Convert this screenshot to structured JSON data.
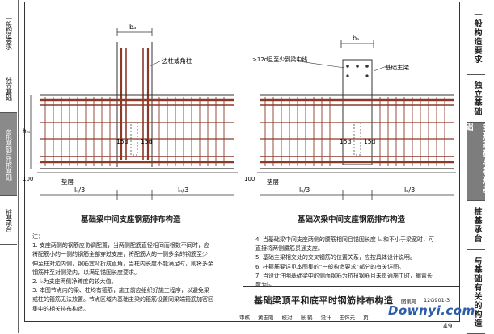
{
  "left_tabs": [
    {
      "label": "一般构造要求",
      "dark": false
    },
    {
      "label": "独立基础",
      "dark": false
    },
    {
      "label": "条形基础与筏形基础",
      "dark": true
    },
    {
      "label": "桩基承台",
      "dark": false
    }
  ],
  "right_tabs": [
    {
      "label": "一般构造要求",
      "dark": false
    },
    {
      "label": "独立基础",
      "dark": false
    },
    {
      "label": "条形基础与筏形基础",
      "dark": true
    },
    {
      "label": "桩基承台",
      "dark": false
    },
    {
      "label": "与基础有关的构造",
      "dark": false
    }
  ],
  "left_diagram": {
    "label_bb": "bₐ",
    "label_edge": "边柱或角柱",
    "label_h": "hₘ",
    "label_100": "100",
    "label_15d_a": "15d",
    "label_15d_b": "15d",
    "label_ln_left": "lₙ/3",
    "label_ln_right": "lₙ/3",
    "label_pad": "垫层",
    "caption": "基础梁中间支座钢筋排布构造"
  },
  "right_diagram": {
    "label_top": ">12d且至少到梁中线",
    "label_bb": "bₐ",
    "label_main": "基础主梁",
    "label_100": "100",
    "label_15d_a": "15d",
    "label_15d_b": "15d",
    "label_ln_left": "lₙ/3",
    "label_ln_right": "lₙ/3",
    "label_pad": "垫层",
    "caption": "基础次梁中间支座钢筋排布构造"
  },
  "notes": {
    "heading": "注：",
    "left": [
      "1. 支座两侧的钢筋应协调配置，当两侧配筋直径相同而根数不同时，应",
      "   将配筋小的一侧的钢筋全部穿过支座，将配筋大的一侧多余的钢筋至少",
      "   伸至柱对边内侧，钢筋宜弯折成直角，当柱内长度不能满足时，则将多余",
      "   钢筋伸至对侧梁内，以满足锚固长度要求。",
      "2. lₙ为支座两侧净跨度的较大值。",
      "3. 本图节点内的梁、柱均有箍筋，施工前应组织好施工程序，以避免梁",
      "   或柱的箍筋无法放置。节点区域内基础主梁的箍筋设置同梁端箍筋加密区",
      "   集中的相关排布构造。"
    ],
    "right": [
      "4. 当基础梁中间支座两侧的腰筋相同且锚固长度 lₐ 和不小于梁宽时，可",
      "   直接将两侧腰筋贯通支座。",
      "5. 基础主梁相交处的交叉钢筋的位置关系，应按具体设计说明。",
      "6. 柱箍筋要详见本图集的“一般构造要求”部分的有关详图。",
      "7. 当设计注明基础梁中的侧面钢筋为抗扭钢筋且未贯通施工时，搁置长",
      "   度为lₐ。"
    ]
  },
  "title_block": {
    "title": "基础梁顶平和底平时钢筋排布构造",
    "set_label": "图集号",
    "set_no": "12G901-3",
    "row_items": [
      "审核",
      "黄志刚",
      "校对",
      "张 鹤",
      "设计",
      "王怀元"
    ],
    "page_label": "页",
    "page_no": "49"
  },
  "watermark": "Downyi.com",
  "colors": {
    "rebar": "#8b3a2a",
    "line": "#333333",
    "tab_dark": "#7d7d7d",
    "watermark": "#2d5da8"
  }
}
